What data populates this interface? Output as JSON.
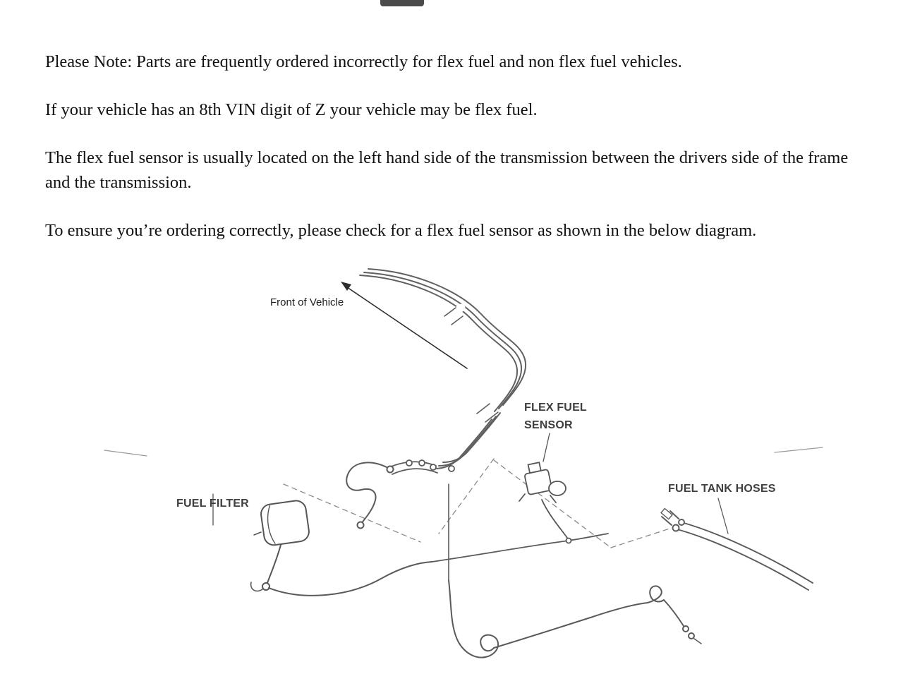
{
  "notes": [
    "Please Note: Parts are frequently ordered incorrectly for flex fuel and non flex fuel vehicles.",
    "If your vehicle has an 8th VIN digit of Z your vehicle may be flex fuel.",
    "The flex fuel sensor is usually located on the left hand side of the transmission between the drivers side of the frame and the transmission.",
    "To ensure you’re ordering correctly, please check for a flex fuel sensor as shown in the below diagram."
  ],
  "diagram": {
    "labels": {
      "front_of_vehicle": "Front of Vehicle",
      "flex_fuel_sensor_line1": "FLEX FUEL",
      "flex_fuel_sensor_line2": "SENSOR",
      "fuel_filter": "FUEL FILTER",
      "fuel_tank_hoses": "FUEL TANK HOSES"
    },
    "line_color": "#5a5a5a",
    "dashed_line_color": "#8a8a8a",
    "arrow_color": "#2e2e2e"
  }
}
